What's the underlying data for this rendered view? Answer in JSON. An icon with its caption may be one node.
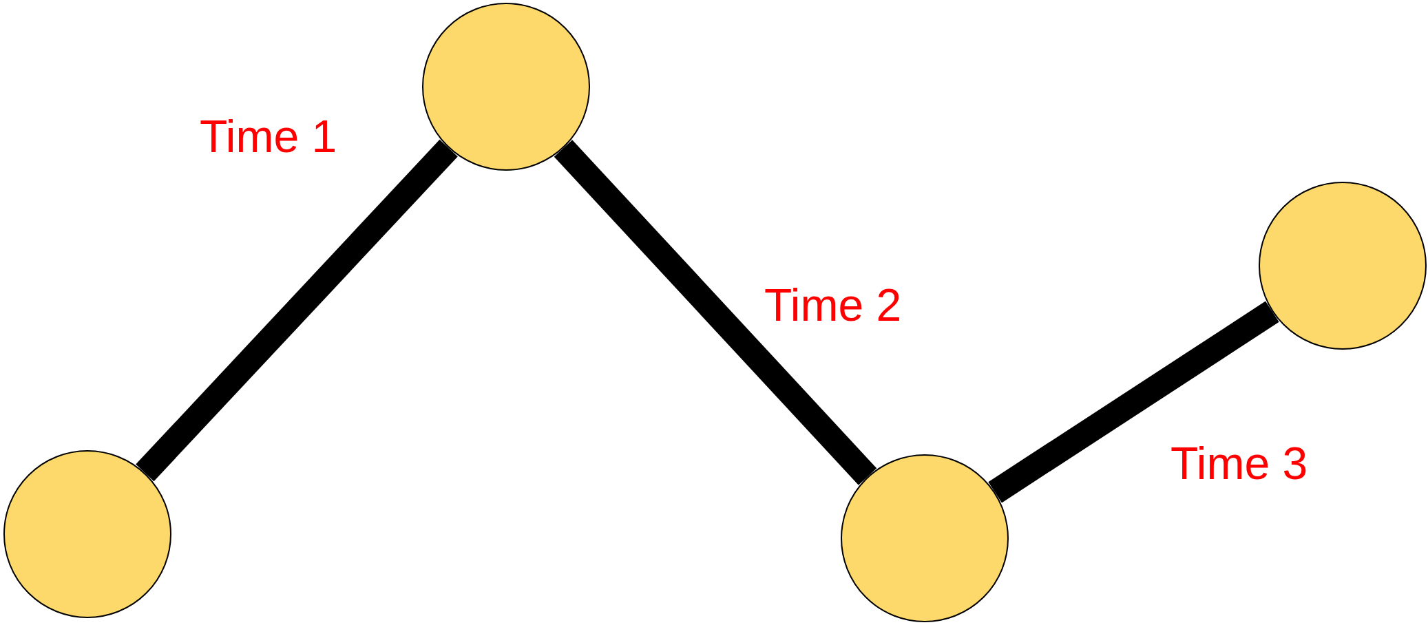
{
  "diagram": {
    "nodes": [
      {
        "text": [],
        "shape": "circle"
      },
      {
        "text": [],
        "shape": "circle"
      },
      {
        "text": [],
        "shape": "circle"
      },
      {
        "text": [],
        "shape": "circle"
      }
    ],
    "edges": [
      {
        "from": 0,
        "to": 1,
        "arrow": "none",
        "label": "Time 1"
      },
      {
        "from": 1,
        "to": 2,
        "arrow": "none",
        "label": "Time 2"
      },
      {
        "from": 2,
        "to": 3,
        "arrow": "none",
        "label": "Time 3"
      }
    ]
  }
}
